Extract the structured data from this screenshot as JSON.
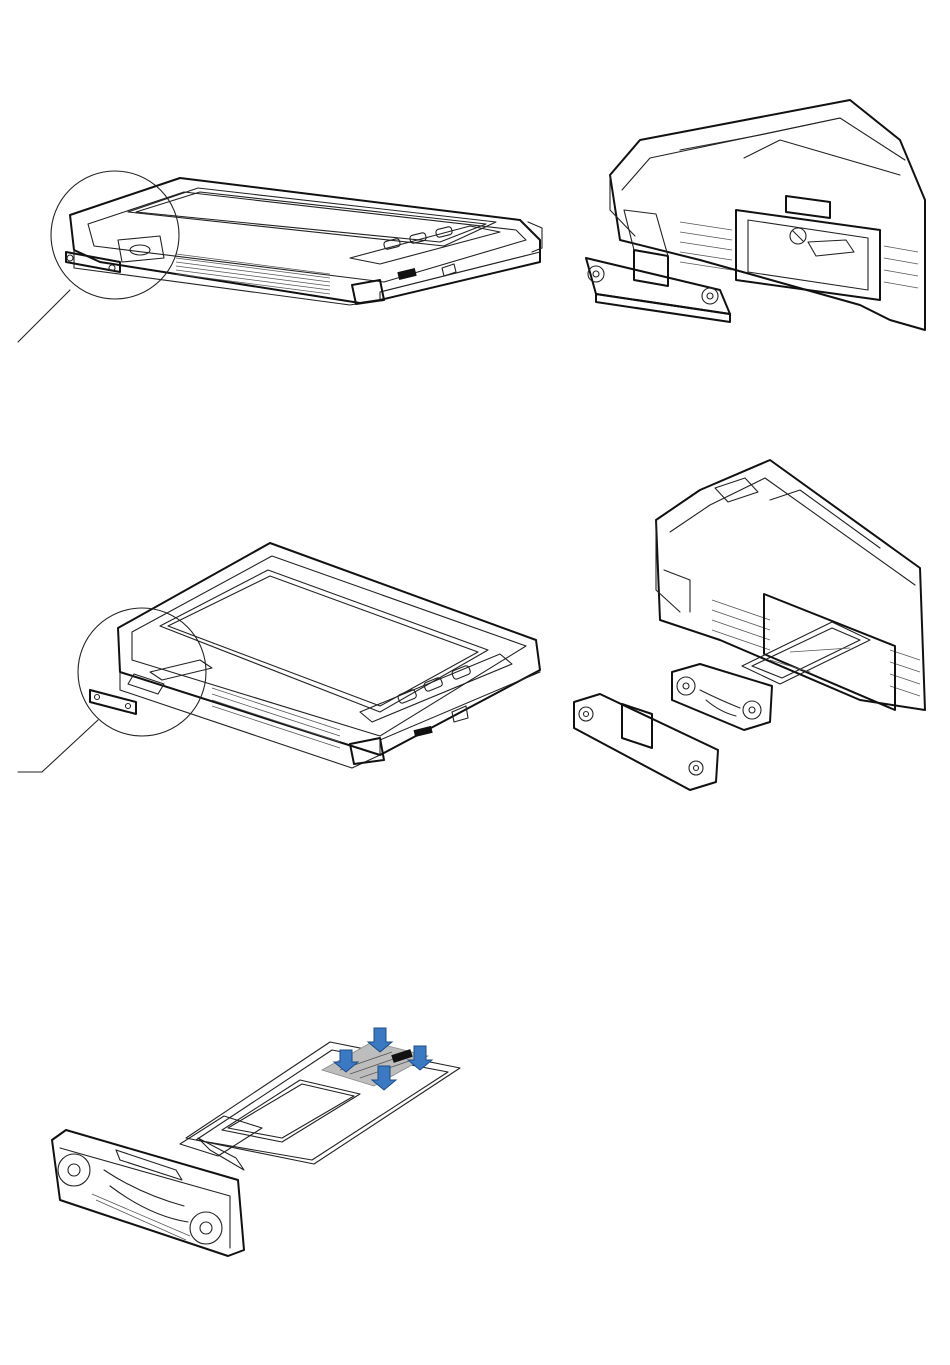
{
  "figure": {
    "panels": [
      {
        "id": "step1",
        "description_visible_text": ""
      },
      {
        "id": "step2",
        "description_visible_text": ""
      },
      {
        "id": "step3",
        "description_visible_text": ""
      }
    ],
    "colors": {
      "line": "#111111",
      "arrow": "#3b79c2"
    },
    "icons": [
      "callout-arrow",
      "push-arrow-icon"
    ]
  }
}
